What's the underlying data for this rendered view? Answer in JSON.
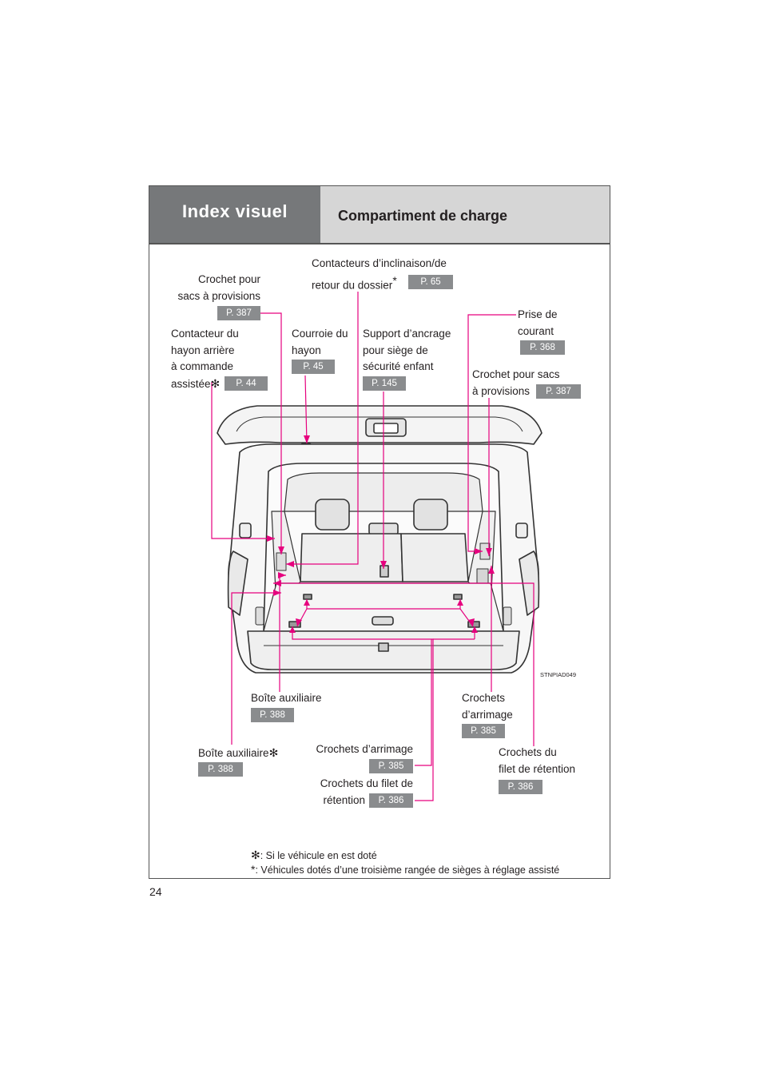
{
  "header": {
    "index_title": "Index visuel",
    "section_title": "Compartiment de charge"
  },
  "labels": {
    "crochet_sacs_left_1": "Crochet pour",
    "crochet_sacs_left_2": "sacs à provisions",
    "crochet_sacs_left_page": "P. 387",
    "contacteurs_1": "Contacteurs d’inclinaison/de",
    "contacteurs_2": "retour du dossier",
    "contacteurs_page": "P. 65",
    "prise_1": "Prise de",
    "prise_2": "courant",
    "prise_page": "P. 368",
    "hayon_1": "Contacteur du",
    "hayon_2": "hayon arrière",
    "hayon_3": "à commande",
    "hayon_4": "assistée",
    "hayon_page": "P. 44",
    "courroie_1": "Courroie du",
    "courroie_2": "hayon",
    "courroie_page": "P. 45",
    "support_1": "Support d’ancrage",
    "support_2": "pour siège de",
    "support_3": "sécurité enfant",
    "support_page": "P. 145",
    "crochet_sacs_right_1": "Crochet pour sacs",
    "crochet_sacs_right_2": "à provisions",
    "crochet_sacs_right_page": "P. 387",
    "boite_aux": "Boîte auxiliaire",
    "boite_aux_page": "P. 388",
    "crochets_arrimage_r_1": "Crochets",
    "crochets_arrimage_r_2": "d’arrimage",
    "crochets_arrimage_r_page": "P. 385",
    "boite_aux_opt": "Boîte auxiliaire",
    "boite_aux_opt_page": "P. 388",
    "crochets_arrimage_c": "Crochets d’arrimage",
    "crochets_arrimage_c_page": "P. 385",
    "filet_c_1": "Crochets du filet de",
    "filet_c_2": "rétention",
    "filet_c_page": "P. 386",
    "filet_r_1": "Crochets du",
    "filet_r_2": "filet de rétention",
    "filet_r_page": "P. 386"
  },
  "marks": {
    "option": "✻",
    "third_row": "*"
  },
  "footnotes": {
    "option": ": Si le véhicule en est doté",
    "third_row": ": Véhicules dotés d’une troisième rangée de sièges à réglage assisté"
  },
  "image_code": "STNPIAD049",
  "page_number": "24",
  "colors": {
    "leader": "#e6007e",
    "header_dark": "#76787a",
    "header_light": "#d6d6d6",
    "badge": "#8a8c8e"
  }
}
